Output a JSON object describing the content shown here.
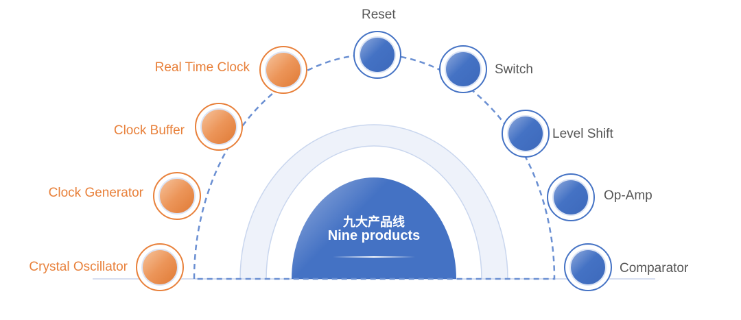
{
  "center": {
    "title_cn": "九大产品线",
    "title_en": "Nine products"
  },
  "colors": {
    "orange": "#e8803a",
    "blue": "#4472c4",
    "arch": "#eef2fa"
  },
  "left_nodes": [
    {
      "label": "Crystal Oscillator"
    },
    {
      "label": "Clock Generator"
    },
    {
      "label": "Clock Buffer"
    },
    {
      "label": "Real Time Clock"
    }
  ],
  "right_nodes": [
    {
      "label": "Reset"
    },
    {
      "label": "Switch"
    },
    {
      "label": "Level Shift"
    },
    {
      "label": "Op-Amp"
    },
    {
      "label": "Comparator"
    }
  ]
}
